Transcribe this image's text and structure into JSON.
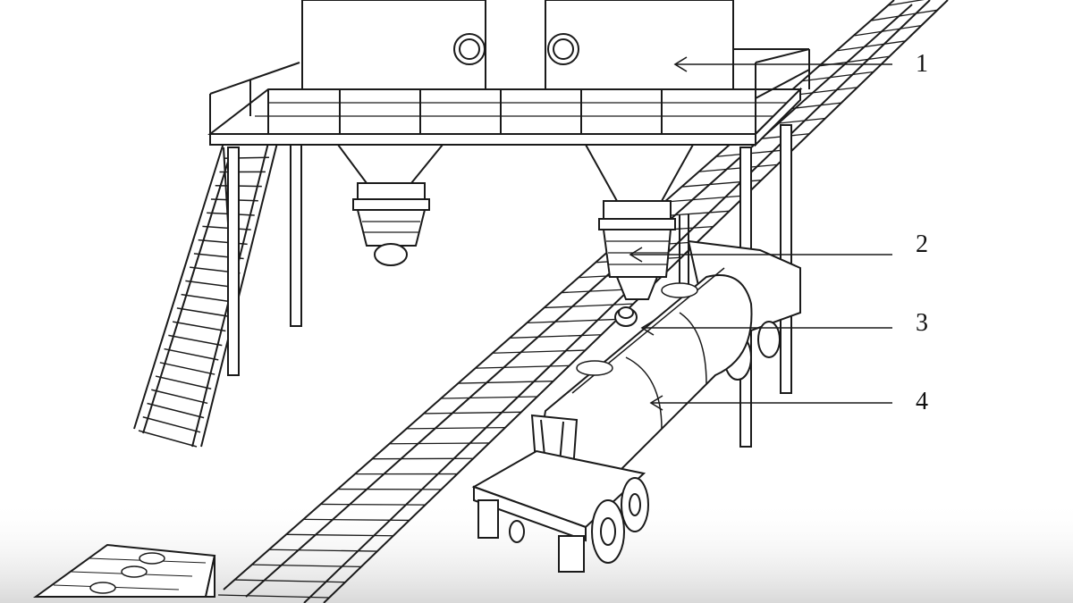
{
  "diagram": {
    "callouts": [
      {
        "label": "1",
        "target": "silo"
      },
      {
        "label": "2",
        "target": "loading-spout"
      },
      {
        "label": "3",
        "target": "tank-hatch"
      },
      {
        "label": "4",
        "target": "tank-trailer"
      }
    ]
  },
  "colors": {
    "line": "#1a1a1a",
    "fill": "#ffffff",
    "shade": "#e6e6e6",
    "background": "#ffffff"
  }
}
